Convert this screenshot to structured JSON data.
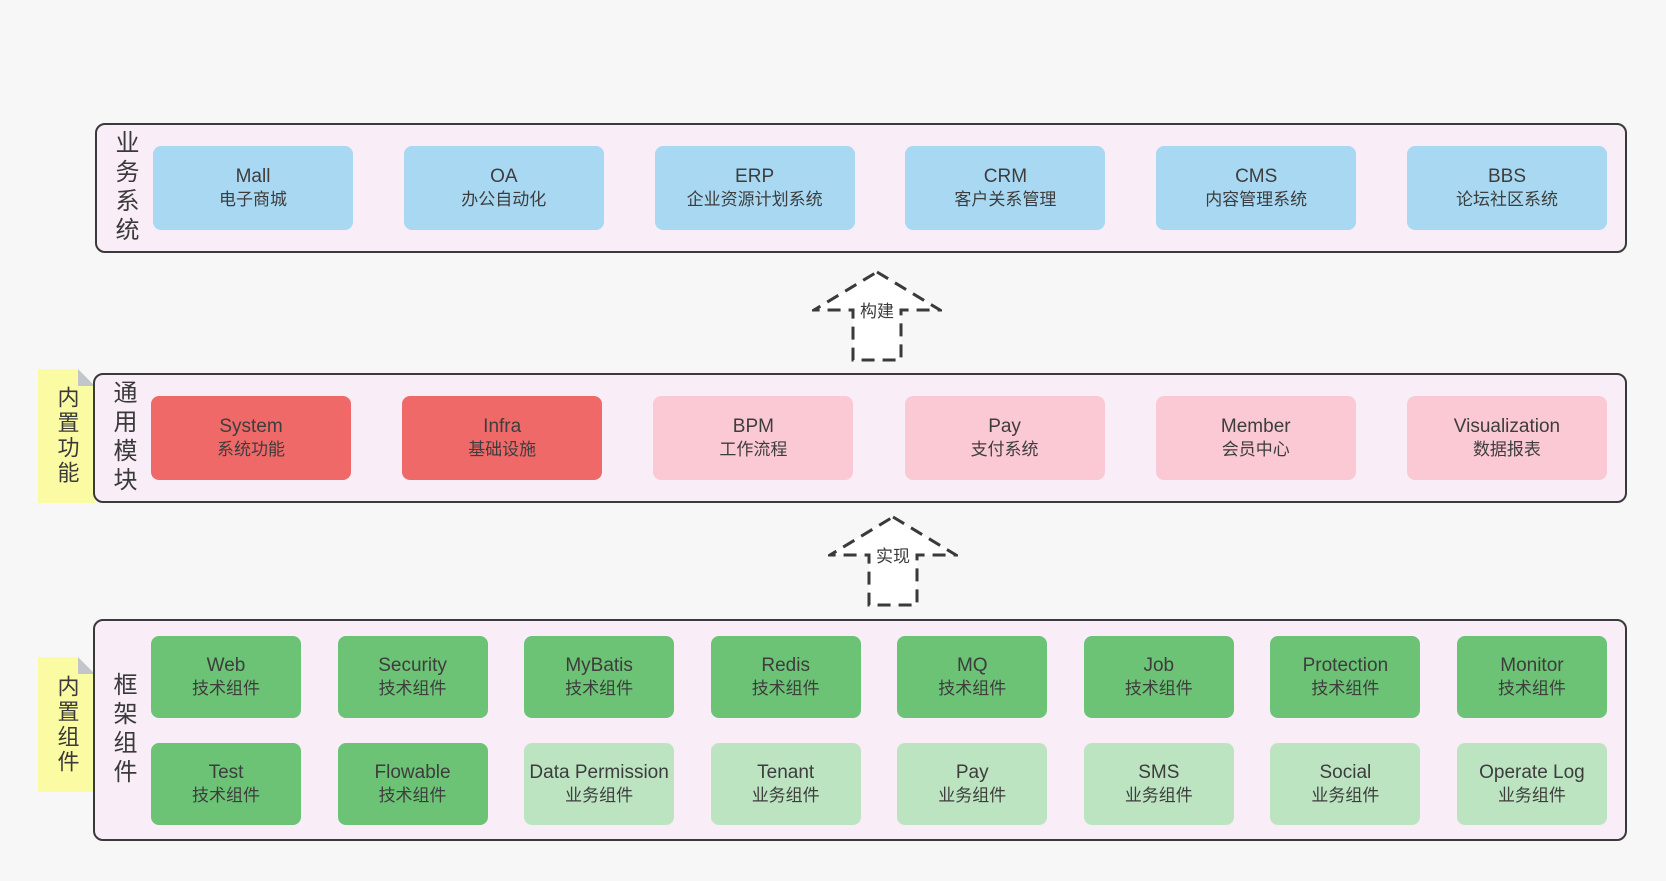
{
  "colors": {
    "page_background": "#f7f7f7",
    "panel_fill": "#f9eef8",
    "panel_border": "#3a3a3a",
    "box_blue": "#a9d9f2",
    "box_red": "#f06969",
    "box_pink": "#fbc9d4",
    "box_green": "#6cc275",
    "box_green_light": "#bce4c1",
    "note_yellow": "#fbfba3",
    "note_fold_gray": "#c2c6ca"
  },
  "business": {
    "label": "业务系统",
    "boxes": [
      {
        "name": "Mall",
        "desc": "电子商城"
      },
      {
        "name": "OA",
        "desc": "办公自动化"
      },
      {
        "name": "ERP",
        "desc": "企业资源计划系统"
      },
      {
        "name": "CRM",
        "desc": "客户关系管理"
      },
      {
        "name": "CMS",
        "desc": "内容管理系统"
      },
      {
        "name": "BBS",
        "desc": "论坛社区系统"
      }
    ]
  },
  "arrow_build": {
    "label": "构建"
  },
  "modules": {
    "label": "通用模块",
    "note": "内置功能",
    "boxes": [
      {
        "name": "System",
        "desc": "系统功能"
      },
      {
        "name": "Infra",
        "desc": "基础设施"
      },
      {
        "name": "BPM",
        "desc": "工作流程"
      },
      {
        "name": "Pay",
        "desc": "支付系统"
      },
      {
        "name": "Member",
        "desc": "会员中心"
      },
      {
        "name": "Visualization",
        "desc": "数据报表"
      }
    ]
  },
  "arrow_implement": {
    "label": "实现"
  },
  "framework": {
    "label": "框架组件",
    "note": "内置组件",
    "row1": [
      {
        "name": "Web",
        "desc": "技术组件"
      },
      {
        "name": "Security",
        "desc": "技术组件"
      },
      {
        "name": "MyBatis",
        "desc": "技术组件"
      },
      {
        "name": "Redis",
        "desc": "技术组件"
      },
      {
        "name": "MQ",
        "desc": "技术组件"
      },
      {
        "name": "Job",
        "desc": "技术组件"
      },
      {
        "name": "Protection",
        "desc": "技术组件"
      },
      {
        "name": "Monitor",
        "desc": "技术组件"
      }
    ],
    "row2": [
      {
        "name": "Test",
        "desc": "技术组件"
      },
      {
        "name": "Flowable",
        "desc": "技术组件"
      },
      {
        "name": "Data Permission",
        "desc": "业务组件"
      },
      {
        "name": "Tenant",
        "desc": "业务组件"
      },
      {
        "name": "Pay",
        "desc": "业务组件"
      },
      {
        "name": "SMS",
        "desc": "业务组件"
      },
      {
        "name": "Social",
        "desc": "业务组件"
      },
      {
        "name": "Operate Log",
        "desc": "业务组件"
      }
    ]
  }
}
